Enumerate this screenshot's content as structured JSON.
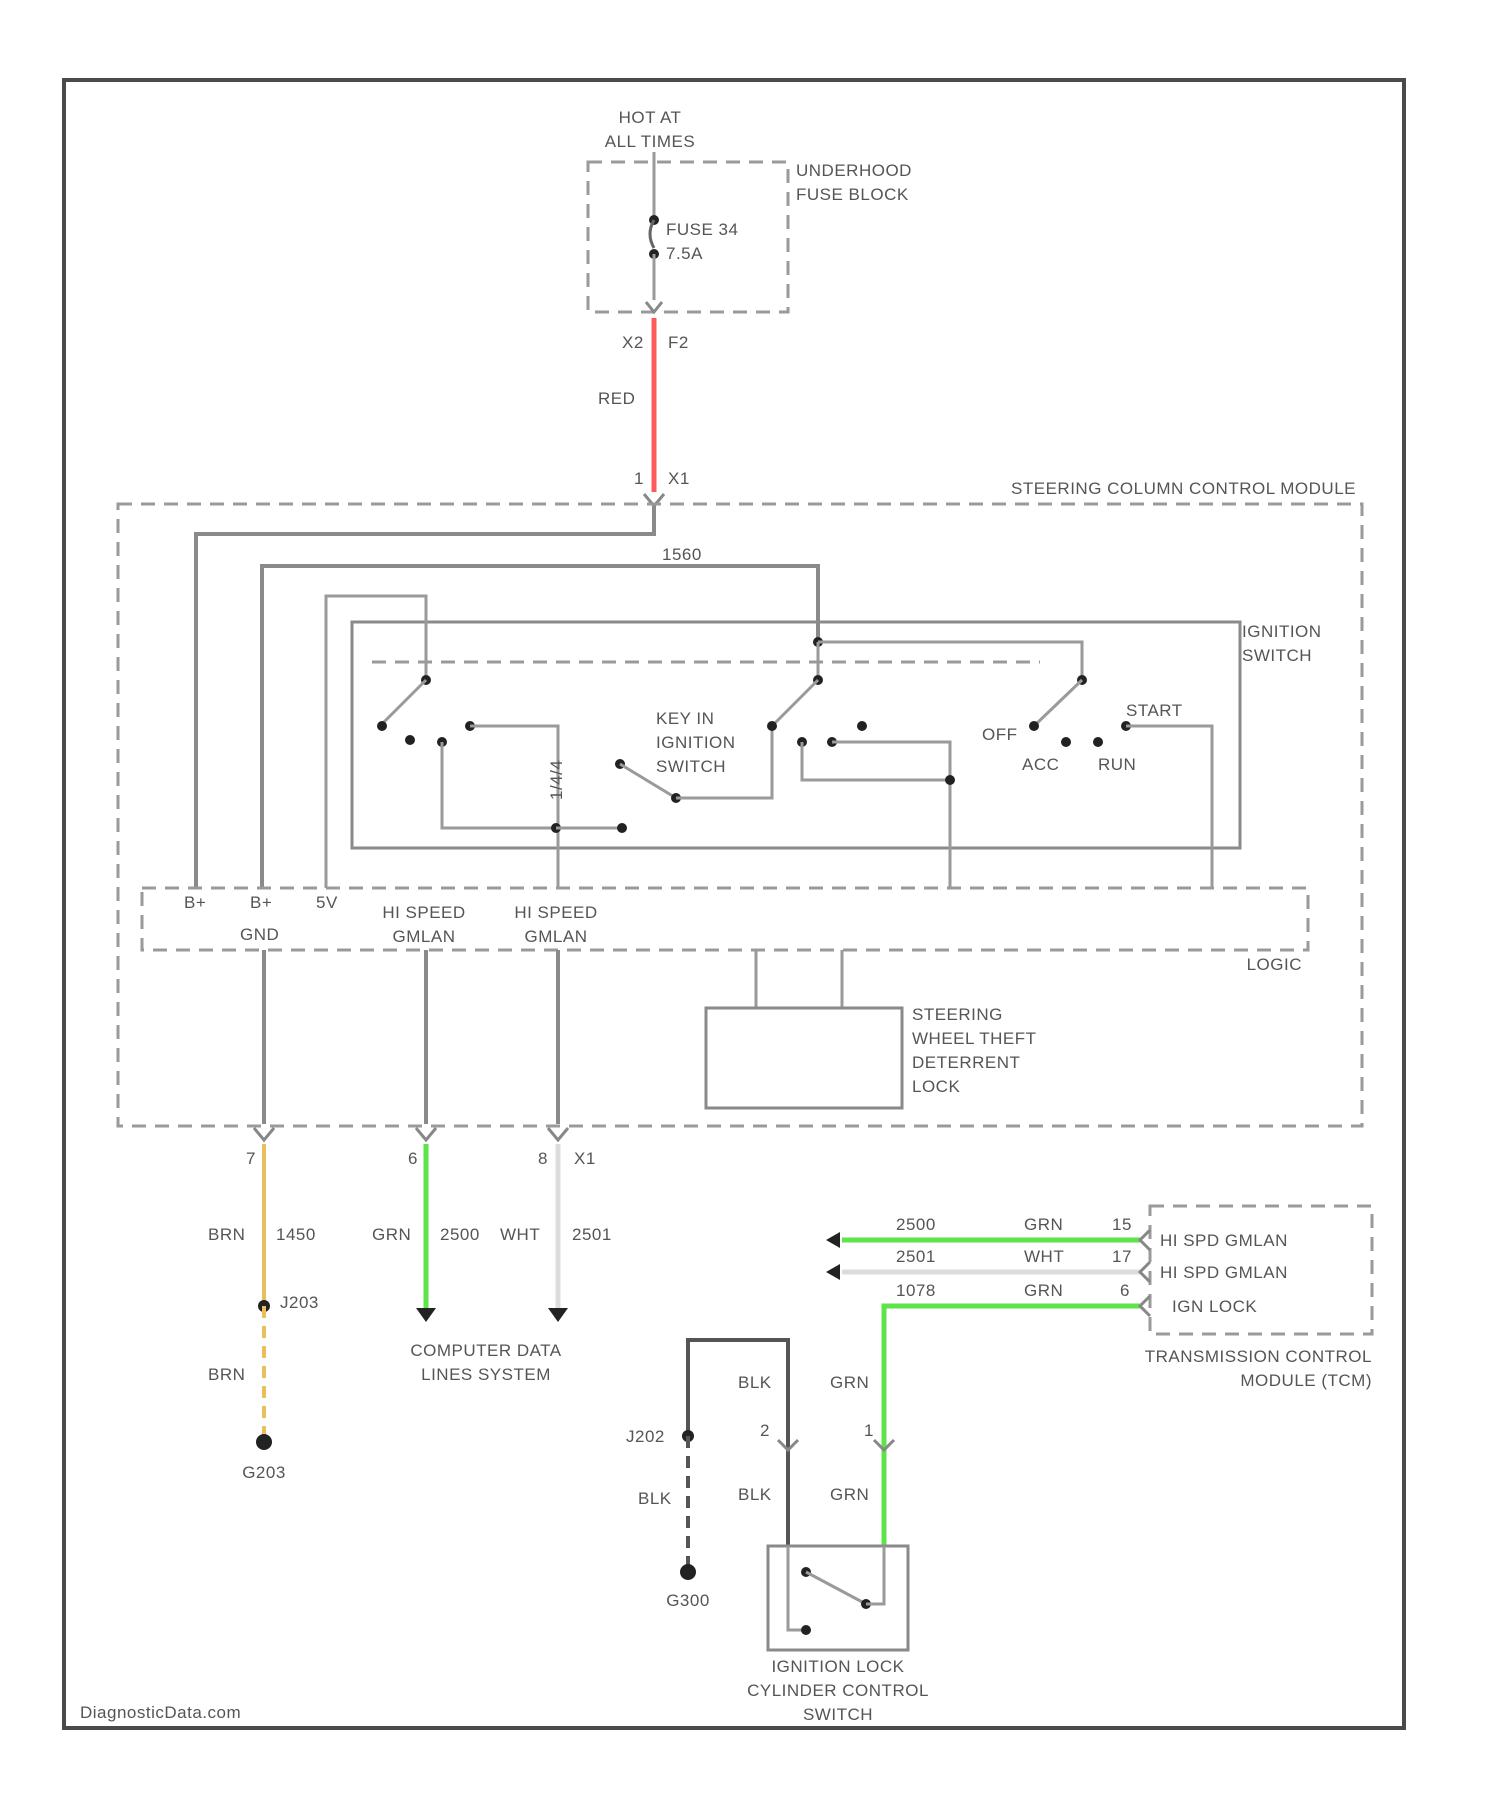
{
  "colors": {
    "red": "#ff5a5a",
    "green": "#5fe34a",
    "yellow": "#e8c060",
    "white_wire": "#dcdcdc",
    "gray_wire": "#8a8a8a"
  },
  "power": {
    "line1": "HOT AT",
    "line2": "ALL TIMES"
  },
  "fuse_block": {
    "name_line1": "UNDERHOOD",
    "name_line2": "FUSE BLOCK",
    "fuse_line1": "FUSE 34",
    "fuse_line2": "7.5A"
  },
  "fuse_out": {
    "left": "X2",
    "right": "F2",
    "wire_color": "RED"
  },
  "sccm": {
    "name": "STEERING COLUMN CONTROL MODULE",
    "pin_top_left": "1",
    "pin_top_right": "X1",
    "wire_1560": "1560"
  },
  "ignition_switch": {
    "name_line1": "IGNITION",
    "name_line2": "SWITCH",
    "key_line1": "KEY IN",
    "key_line2": "IGNITION",
    "key_line3": "SWITCH",
    "off": "OFF",
    "acc": "ACC",
    "run": "RUN",
    "start": "START",
    "vertical_label": "1/4/4"
  },
  "logic": {
    "name": "LOGIC",
    "b_plus_1": "B+",
    "b_plus_2": "B+",
    "ign": "5V",
    "gnd": "GND",
    "hs_can_1_line1": "HI SPEED",
    "hs_can_1_line2": "GMLAN",
    "hs_can_2_line1": "HI SPEED",
    "hs_can_2_line2": "GMLAN"
  },
  "theft_lock": {
    "line1": "STEERING",
    "line2": "WHEEL THEFT",
    "line3": "DETERRENT",
    "line4": "LOCK"
  },
  "bottom_pins": {
    "gnd_pin": "7",
    "can1_pin": "6",
    "can2_pin": "8",
    "can2_conn": "X1"
  },
  "gnd_wire": {
    "color": "BRN",
    "circuit": "1450",
    "splice": "J203",
    "color2": "BRN",
    "ground": "G203"
  },
  "can_wires": {
    "can1_color": "GRN",
    "can1_circuit": "2500",
    "can2_color": "WHT",
    "can2_circuit": "2501"
  },
  "data_lines": {
    "line1": "COMPUTER DATA",
    "line2": "LINES SYSTEM"
  },
  "tcm": {
    "name_line1": "TRANSMISSION CONTROL",
    "name_line2": "MODULE (TCM)",
    "rows": [
      {
        "circuit": "2500",
        "color": "GRN",
        "pin": "15",
        "label": "HI SPD GMLAN"
      },
      {
        "circuit": "2501",
        "color": "WHT",
        "pin": "17",
        "label": "HI SPD GMLAN"
      },
      {
        "circuit": "1078",
        "color": "GRN",
        "pin": "6",
        "label": "IGN LOCK"
      }
    ]
  },
  "ign_lock_switch": {
    "name_line1": "IGNITION LOCK",
    "name_line2": "CYLINDER CONTROL",
    "name_line3": "SWITCH",
    "pin_blk": "2",
    "pin_grn": "1",
    "blk_upper": "BLK",
    "blk_lower": "BLK",
    "grn_upper": "GRN",
    "grn_lower": "GRN",
    "splice": "J202",
    "splice_color": "BLK",
    "ground": "G300"
  },
  "watermark": "DiagnosticData.com"
}
